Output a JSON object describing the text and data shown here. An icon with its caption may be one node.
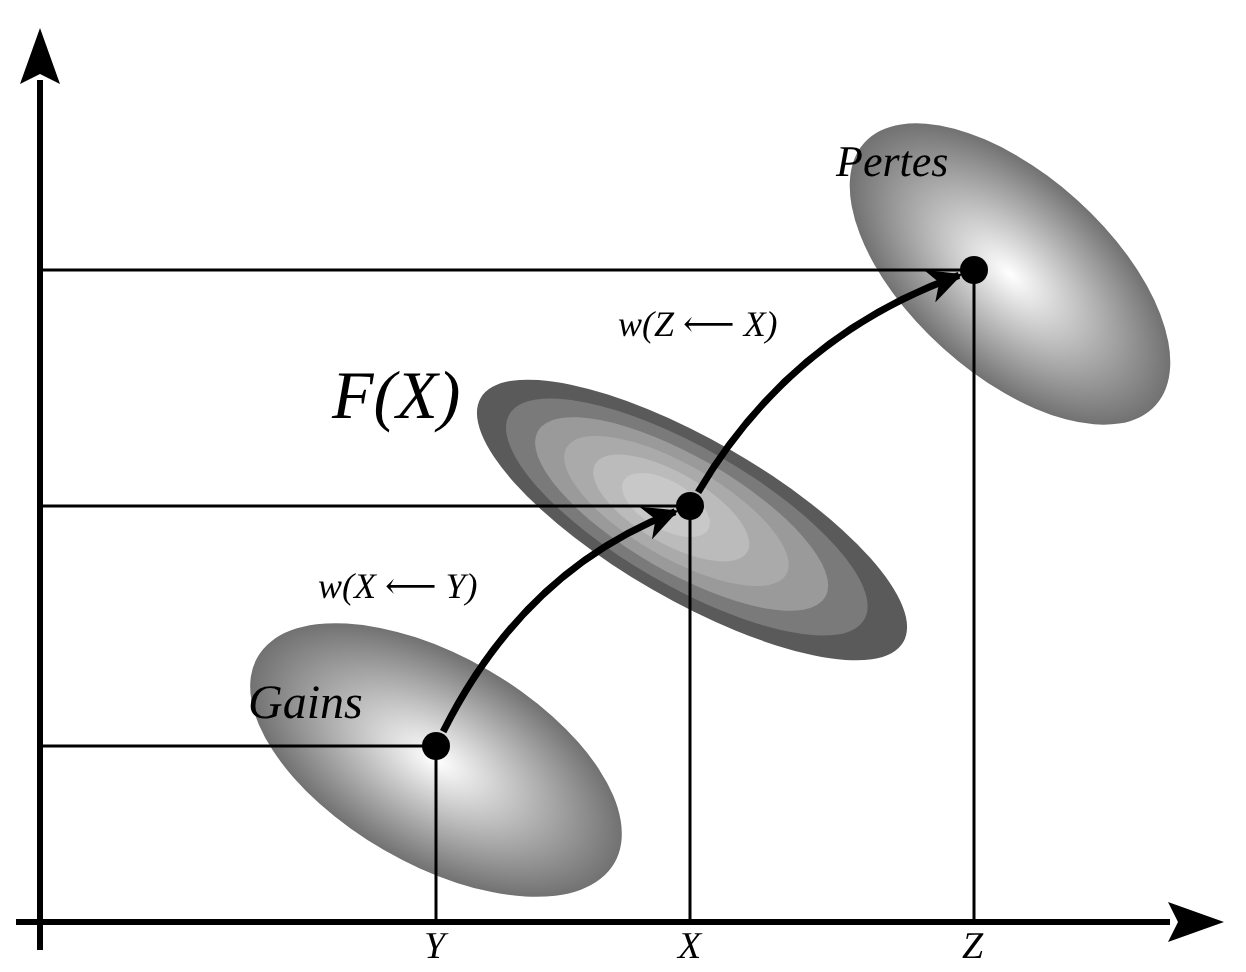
{
  "diagram": {
    "nodes": [
      {
        "text": [
          "Gains"
        ]
      },
      {
        "text": [],
        "shape": "circle",
        "in": 0
      },
      {
        "text": [
          "F(X)"
        ]
      },
      {
        "text": [],
        "shape": "circle",
        "in": 2
      },
      {
        "text": [
          "Pertes"
        ]
      },
      {
        "text": [],
        "shape": "circle",
        "in": 4
      }
    ],
    "edges": [
      {
        "from": 1,
        "to": 3,
        "arrow": "to",
        "label": "w(X ⟵ Y)"
      },
      {
        "from": 3,
        "to": 5,
        "arrow": "to",
        "label": "w(Z ⟵ X)"
      }
    ],
    "labels": [
      "Y",
      "X",
      "Z"
    ]
  }
}
